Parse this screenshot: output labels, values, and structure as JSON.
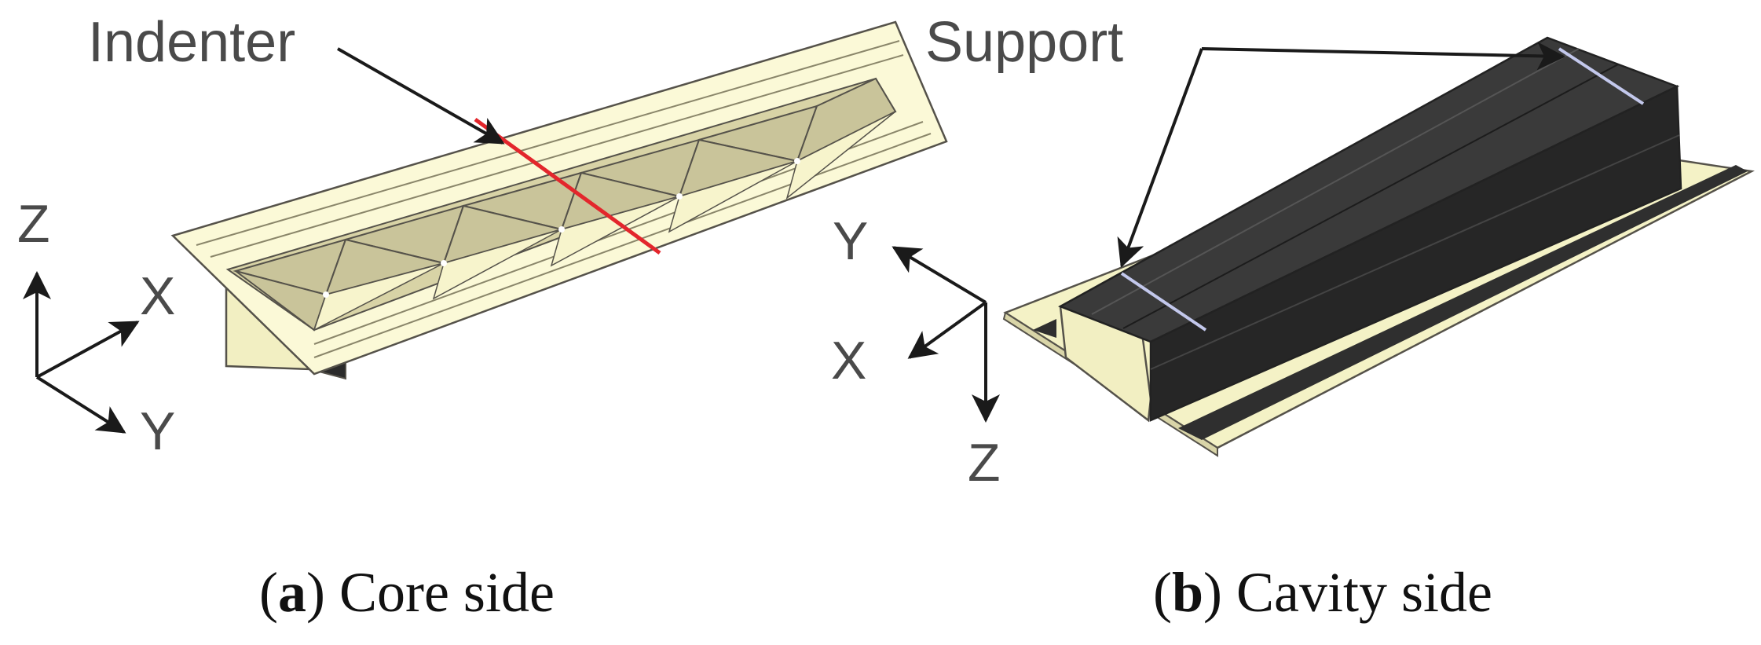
{
  "panel_a": {
    "callout": "Indenter",
    "axes": {
      "z": "Z",
      "x": "X",
      "y": "Y"
    },
    "caption": {
      "open": "(",
      "letter": "a",
      "close": ")",
      "text": " Core side"
    }
  },
  "panel_b": {
    "callout": "Support",
    "axes": {
      "y": "Y",
      "x": "X",
      "z": "Z"
    },
    "caption": {
      "open": "(",
      "letter": "b",
      "close": ")",
      "text": " Cavity side"
    }
  },
  "colors": {
    "part_face": "#f4f2c6",
    "part_top": "#fbf9d7",
    "part_shade": "#c9c49a",
    "rib": "#b9b38a",
    "edge": "#55524a",
    "indenter_line": "#e3262c",
    "support_line": "#c3c8ec",
    "dark_body": "#2f2f2f",
    "arrow": "#1a1a1a",
    "text": "#4a4a4a"
  }
}
